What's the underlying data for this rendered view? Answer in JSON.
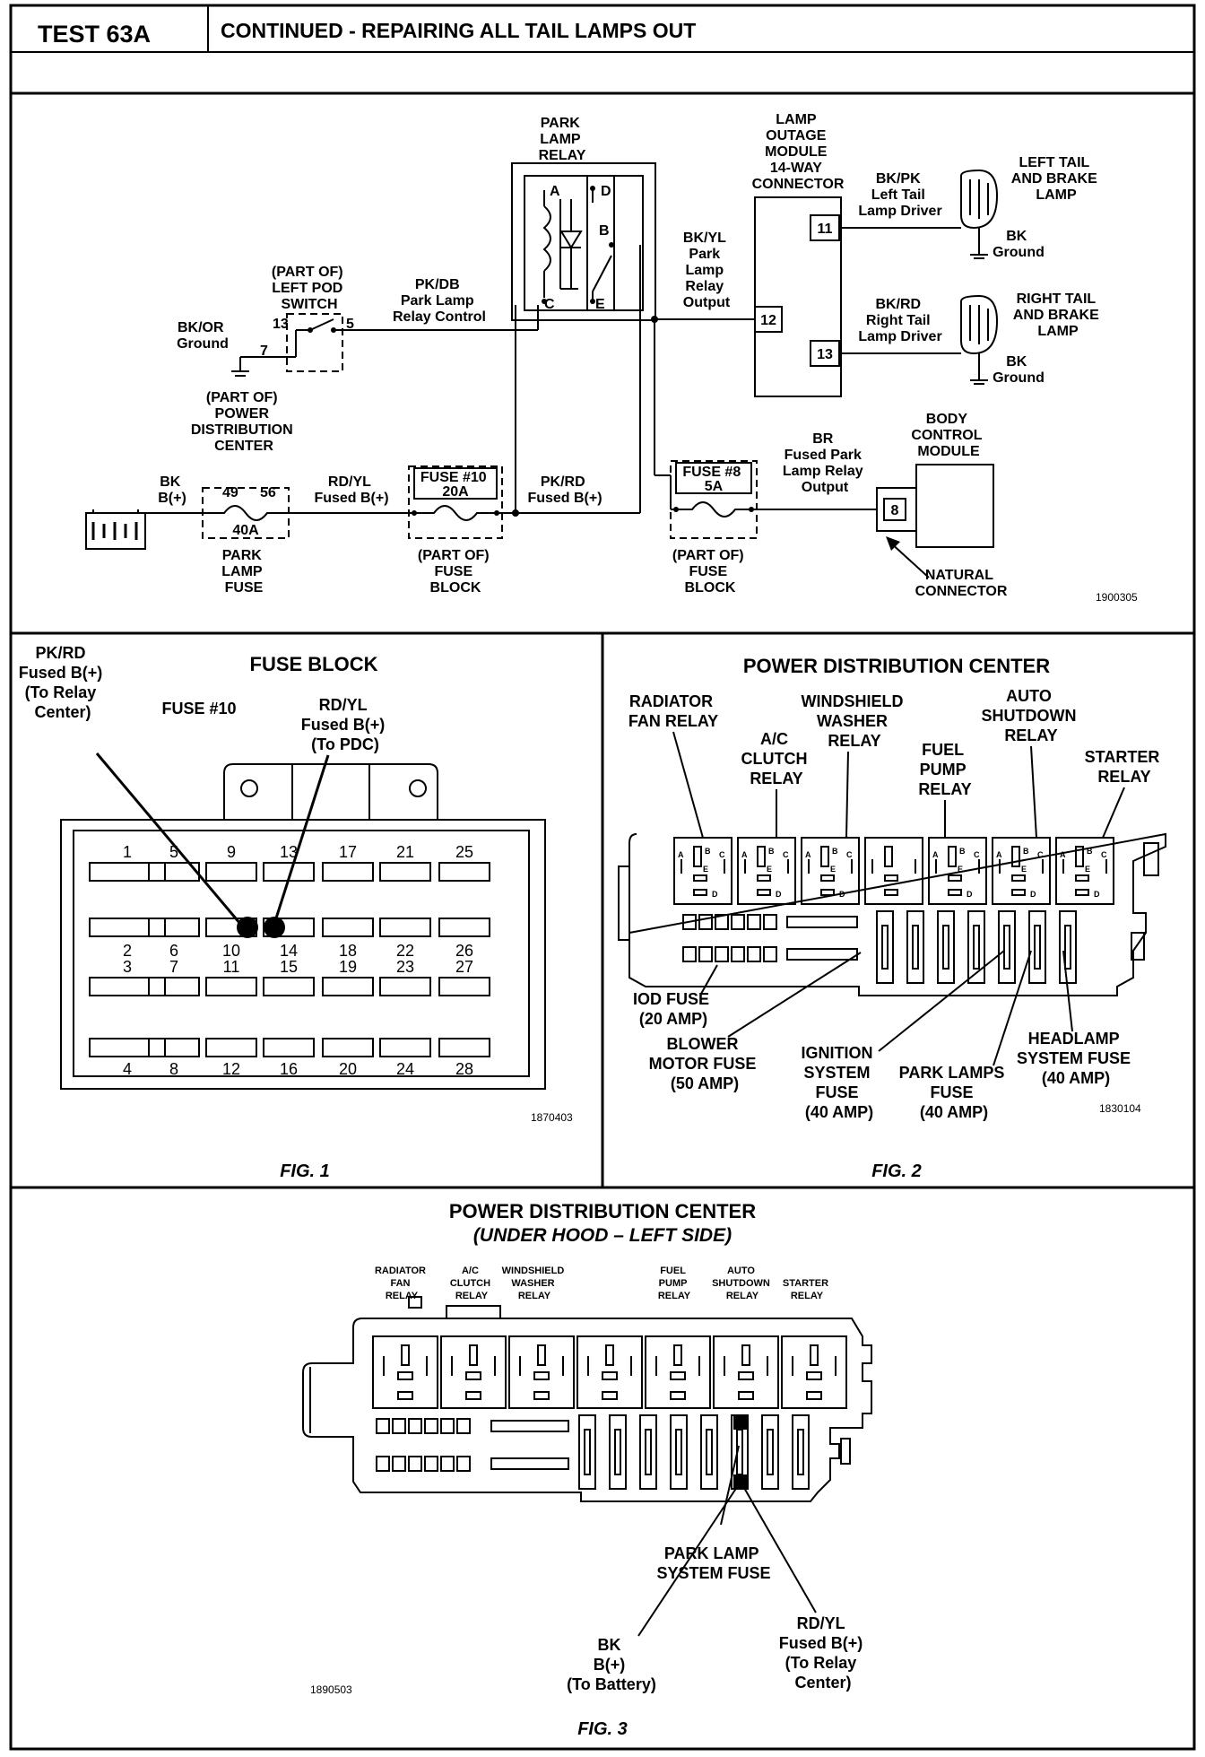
{
  "header": {
    "test_id": "TEST 63A",
    "title": "CONTINUED - REPAIRING ALL TAIL LAMPS OUT"
  },
  "schematic": {
    "park_lamp_relay": [
      "PARK",
      "LAMP",
      "RELAY"
    ],
    "relay_pins": {
      "a": "A",
      "b": "B",
      "c": "C",
      "d": "D",
      "e": "E"
    },
    "module_title": [
      "LAMP",
      "OUTAGE",
      "MODULE",
      "14-WAY",
      "CONNECTOR"
    ],
    "module_pins": {
      "p11": "11",
      "p12": "12",
      "p13": "13"
    },
    "left_driver": [
      "BK/PK",
      "Left Tail",
      "Lamp Driver"
    ],
    "right_driver": [
      "BK/RD",
      "Right Tail",
      "Lamp Driver"
    ],
    "left_lamp": [
      "LEFT TAIL",
      "AND BRAKE",
      "LAMP"
    ],
    "right_lamp": [
      "RIGHT TAIL",
      "AND BRAKE",
      "LAMP"
    ],
    "ground_left": [
      "BK",
      "Ground"
    ],
    "ground_right": [
      "BK",
      "Ground"
    ],
    "relay_output": [
      "BK/YL",
      "Park",
      "Lamp",
      "Relay",
      "Output"
    ],
    "switch_title": [
      "(PART OF)",
      "LEFT POD",
      "SWITCH"
    ],
    "switch_pins": {
      "p13": "13",
      "p5": "5",
      "p7": "7"
    },
    "switch_ground": [
      "BK/OR",
      "Ground"
    ],
    "relay_control": [
      "PK/DB",
      "Park Lamp",
      "Relay Control"
    ],
    "pdc_title": [
      "(PART OF)",
      "POWER",
      "DISTRIBUTION",
      "CENTER"
    ],
    "battery_wire": [
      "BK",
      "B(+)"
    ],
    "pdc_fuse_pins": {
      "p49": "49",
      "p56": "56",
      "rating": "40A"
    },
    "park_lamp_fuse": [
      "PARK",
      "LAMP",
      "FUSE"
    ],
    "fused_b_wire": [
      "RD/YL",
      "Fused B(+)"
    ],
    "fuse10_title": [
      "FUSE #10",
      "20A"
    ],
    "fuse_block_left": [
      "(PART OF)",
      "FUSE",
      "BLOCK"
    ],
    "pk_rd_wire": [
      "PK/RD",
      "Fused B(+)"
    ],
    "fuse8_title": [
      "FUSE #8",
      "5A"
    ],
    "fuse_block_right": [
      "(PART OF)",
      "FUSE",
      "BLOCK"
    ],
    "fused_park_output": [
      "BR",
      "Fused Park",
      "Lamp Relay",
      "Output"
    ],
    "bcm_title": [
      "BODY",
      "CONTROL",
      "MODULE"
    ],
    "bcm_pin": "8",
    "natural_connector": [
      "NATURAL",
      "CONNECTOR"
    ],
    "code": "1900305"
  },
  "fig1": {
    "title": "FUSE BLOCK",
    "fuse10": "FUSE #10",
    "pk_rd_label": [
      "PK/RD",
      "Fused B(+)",
      "(To Relay",
      "Center)"
    ],
    "rd_yl_label": [
      "RD/YL",
      "Fused B(+)",
      "(To PDC)"
    ],
    "row1": [
      "1",
      "5",
      "9",
      "13",
      "17",
      "21",
      "25"
    ],
    "row2": [
      "2",
      "6",
      "10",
      "14",
      "18",
      "22",
      "26"
    ],
    "row3": [
      "3",
      "7",
      "11",
      "15",
      "19",
      "23",
      "27"
    ],
    "row4": [
      "4",
      "8",
      "12",
      "16",
      "20",
      "24",
      "28"
    ],
    "code": "1870403",
    "caption": "FIG. 1"
  },
  "fig2": {
    "title": "POWER DISTRIBUTION CENTER",
    "radiator": [
      "RADIATOR",
      "FAN RELAY"
    ],
    "ac": [
      "A/C",
      "CLUTCH",
      "RELAY"
    ],
    "washer": [
      "WINDSHIELD",
      "WASHER",
      "RELAY"
    ],
    "fuel": [
      "FUEL",
      "PUMP",
      "RELAY"
    ],
    "asd": [
      "AUTO",
      "SHUTDOWN",
      "RELAY"
    ],
    "starter": [
      "STARTER",
      "RELAY"
    ],
    "iod": [
      "IOD FUSE",
      "(20 AMP)"
    ],
    "blower": [
      "BLOWER",
      "MOTOR FUSE",
      "(50 AMP)"
    ],
    "ignition": [
      "IGNITION",
      "SYSTEM",
      "FUSE",
      "(40 AMP)"
    ],
    "park": [
      "PARK LAMPS",
      "FUSE",
      "(40 AMP)"
    ],
    "headlamp": [
      "HEADLAMP",
      "SYSTEM FUSE",
      "(40 AMP)"
    ],
    "code": "1830104",
    "caption": "FIG. 2",
    "pin_letters": [
      "A",
      "B",
      "C",
      "D",
      "E"
    ]
  },
  "fig3": {
    "title": "POWER DISTRIBUTION CENTER",
    "subtitle": "(UNDER HOOD – LEFT SIDE)",
    "radiator": [
      "RADIATOR",
      "FAN",
      "RELAY"
    ],
    "ac": [
      "A/C",
      "CLUTCH",
      "RELAY"
    ],
    "washer": [
      "WINDSHIELD",
      "WASHER",
      "RELAY"
    ],
    "fuel": [
      "FUEL",
      "PUMP",
      "RELAY"
    ],
    "asd": [
      "AUTO",
      "SHUTDOWN",
      "RELAY"
    ],
    "starter": [
      "STARTER",
      "RELAY"
    ],
    "park_fuse": [
      "PARK LAMP",
      "SYSTEM FUSE"
    ],
    "bk_label": [
      "BK",
      "B(+)",
      "(To Battery)"
    ],
    "rd_label": [
      "RD/YL",
      "Fused B(+)",
      "(To Relay",
      "Center)"
    ],
    "code": "1890503",
    "caption": "FIG. 3"
  }
}
